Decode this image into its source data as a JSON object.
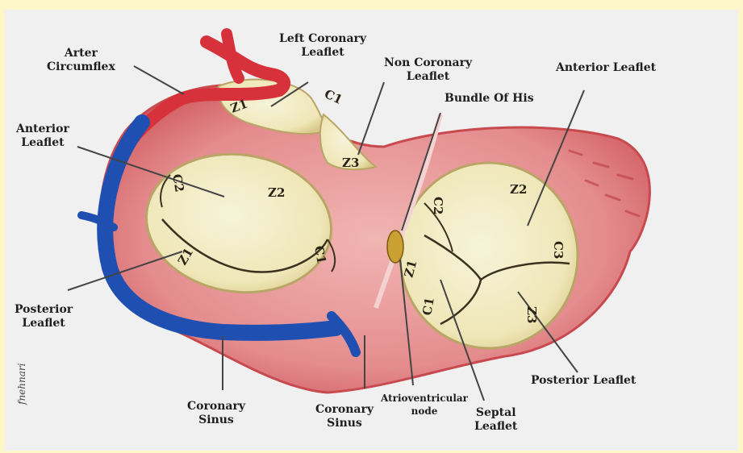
{
  "labels": {
    "arter_circumflex": [
      "Arter",
      "Circumflex"
    ],
    "left_coronary_leaflet": [
      "Left Coronary",
      "Leaflet"
    ],
    "non_coronary_leaflet": [
      "Non Coronary",
      "Leaflet"
    ],
    "bundle_of_his": [
      "Bundle Of His"
    ],
    "anterior_leaflet_right": [
      "Anterior Leaflet"
    ],
    "anterior_leaflet_left": [
      "Anterior",
      "Leaflet"
    ],
    "posterior_leaflet_left": [
      "Posterior",
      "Leaflet"
    ],
    "coronary_sinus_left": [
      "Coronary",
      "Sinus"
    ],
    "coronary_sinus_mid": [
      "Coronary",
      "Sinus"
    ],
    "atrioventricular_node": [
      "Atrioventricular",
      "node"
    ],
    "septal_leaflet": [
      "Septal",
      "Leaflet"
    ],
    "posterior_leaflet_right": [
      "Posterior Leaflet"
    ]
  },
  "zone_marks": {
    "z1_aortic": "Z1",
    "c1_aortic": "C1",
    "z3_aortic": "Z3",
    "c2_mitral": "C2",
    "z2_mitral": "Z2",
    "c1_mitral": "C1",
    "z1_mitral": "Z1",
    "c2_tricuspid": "C2",
    "z2_tricuspid": "Z2",
    "c3_tricuspid": "C3",
    "z1_tricuspid": "Z1",
    "c1_tricuspid": "C1",
    "z3_tricuspid": "Z3"
  },
  "signature": "fnehnari",
  "colors": {
    "background_border": "#fdf6c9",
    "paper": "#f1f0f0",
    "tissue": "#e2888b",
    "tissue_dark": "#c84a4f",
    "leaflet": "#f2edc6",
    "artery": "#d7323b",
    "vein": "#1f4fb0",
    "node": "#c9a031"
  }
}
